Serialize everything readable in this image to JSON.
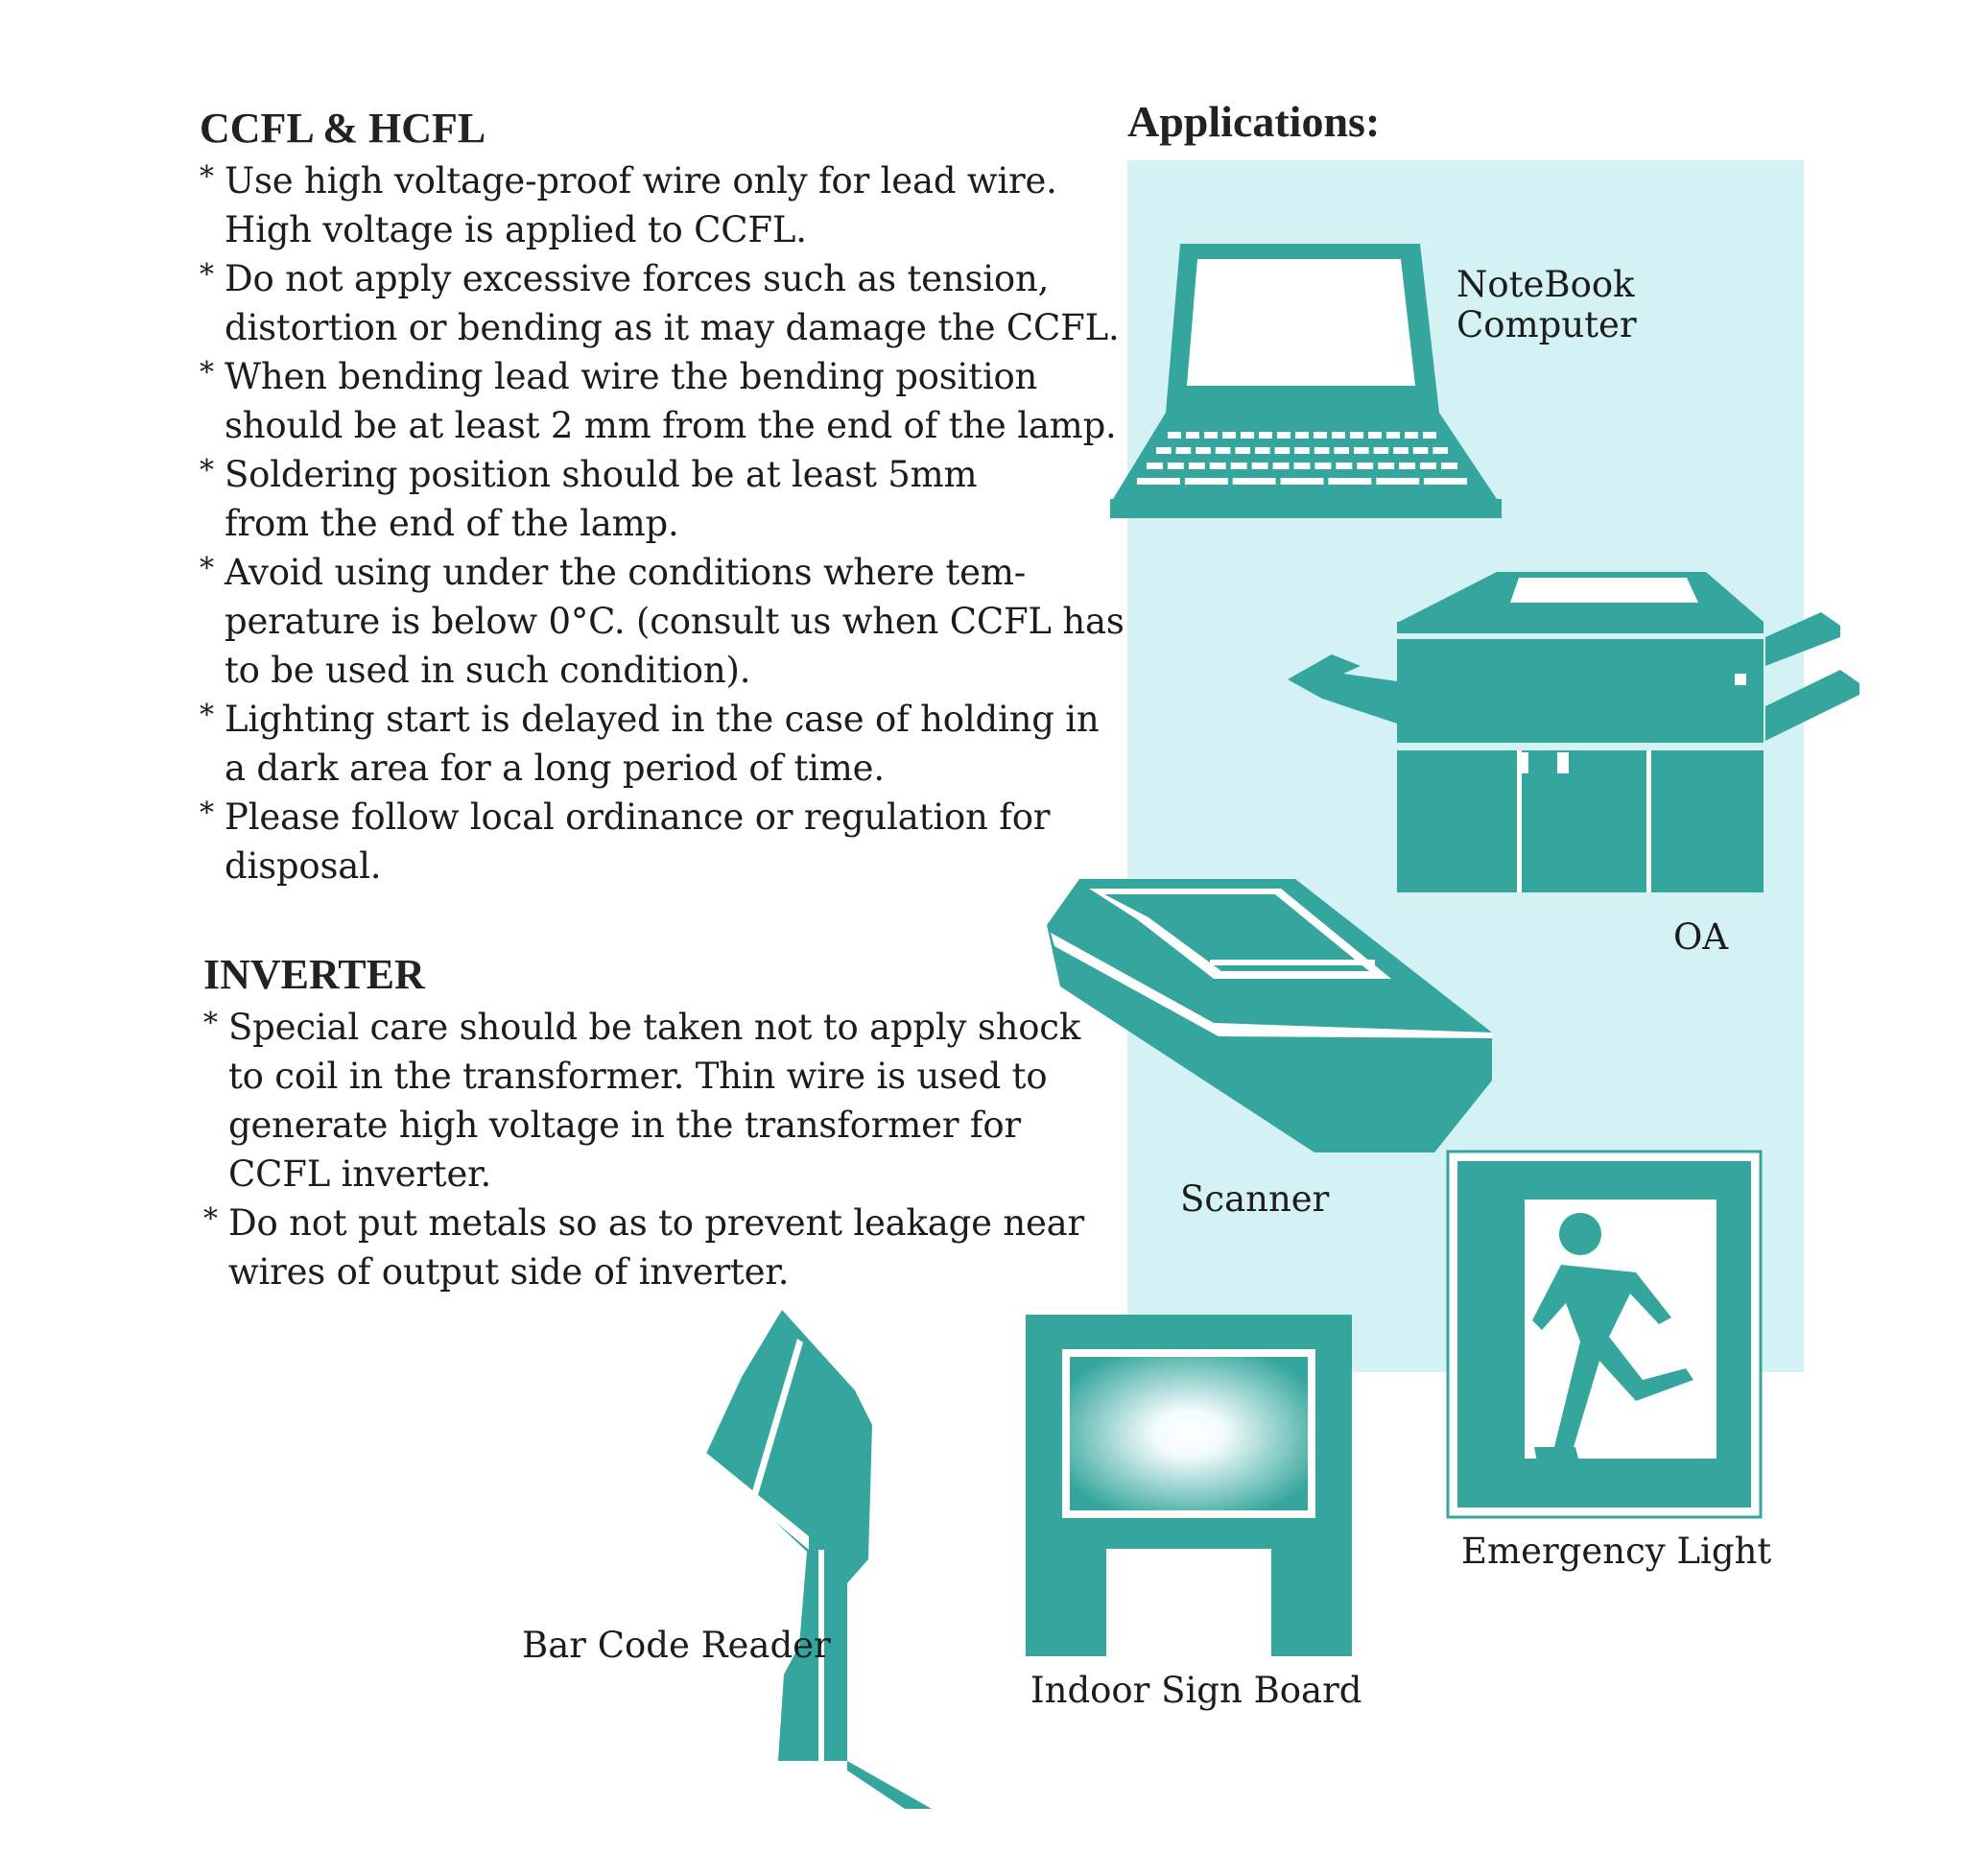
{
  "left": {
    "ccfl": {
      "title": "CCFL & HCFL",
      "items": [
        {
          "lines": [
            "Use high voltage-proof wire only for lead wire.",
            "High voltage is applied to CCFL."
          ]
        },
        {
          "lines": [
            "Do not apply excessive forces such as tension,",
            "distortion or bending as it may damage the CCFL."
          ]
        },
        {
          "lines": [
            "When bending lead wire the bending position",
            "should be at least 2 mm from the end of the lamp."
          ]
        },
        {
          "lines": [
            "Soldering position should be at least 5mm",
            "from the end of the lamp."
          ]
        },
        {
          "lines": [
            "Avoid using under the conditions where tem-",
            "perature is below 0°C. (consult us when CCFL has",
            "to be used in such condition)."
          ]
        },
        {
          "lines": [
            "Lighting start is delayed in the case of holding in",
            "a dark area for a long period of time."
          ]
        },
        {
          "lines": [
            "Please follow local ordinance or regulation for",
            "disposal."
          ]
        }
      ]
    },
    "inverter": {
      "title": "INVERTER",
      "items": [
        {
          "lines": [
            "Special care should be taken not to apply shock",
            "to coil in the transformer.  Thin wire is used to",
            "generate high voltage in the transformer for",
            "CCFL inverter."
          ]
        },
        {
          "lines": [
            "Do not put metals so as to prevent leakage near",
            "wires of output side of inverter."
          ]
        }
      ]
    }
  },
  "applications": {
    "heading": "Applications:",
    "notebook": {
      "line1": "NoteBook",
      "line2": "Computer"
    },
    "oa": "OA",
    "scanner": "Scanner",
    "emergency": "Emergency Light",
    "barcode": "Bar Code Reader",
    "signboard": "Indoor Sign Board"
  },
  "colors": {
    "teal": "#35a69d",
    "panel": "#d4f1f3"
  }
}
